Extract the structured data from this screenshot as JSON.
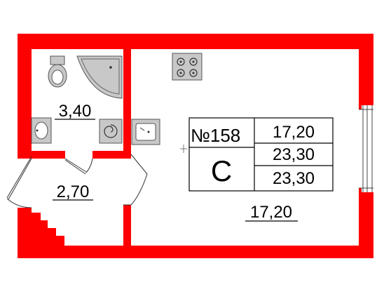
{
  "apartment": {
    "number": "№158",
    "type": "С",
    "total_area": "17,20",
    "area_a": "23,30",
    "area_b": "23,30"
  },
  "rooms": {
    "bathroom_area": "3,40",
    "hallway_area": "2,70",
    "living_area": "17,20"
  },
  "colors": {
    "wall": "#ff0000",
    "fixture": "#c8c8c8",
    "background": "#ffffff"
  },
  "icons": [
    "toilet-icon",
    "shower-tray-icon",
    "sink-icon",
    "washing-machine-icon",
    "kitchen-sink-icon",
    "stove-icon",
    "window-icon",
    "door-icon",
    "stairs-icon"
  ]
}
